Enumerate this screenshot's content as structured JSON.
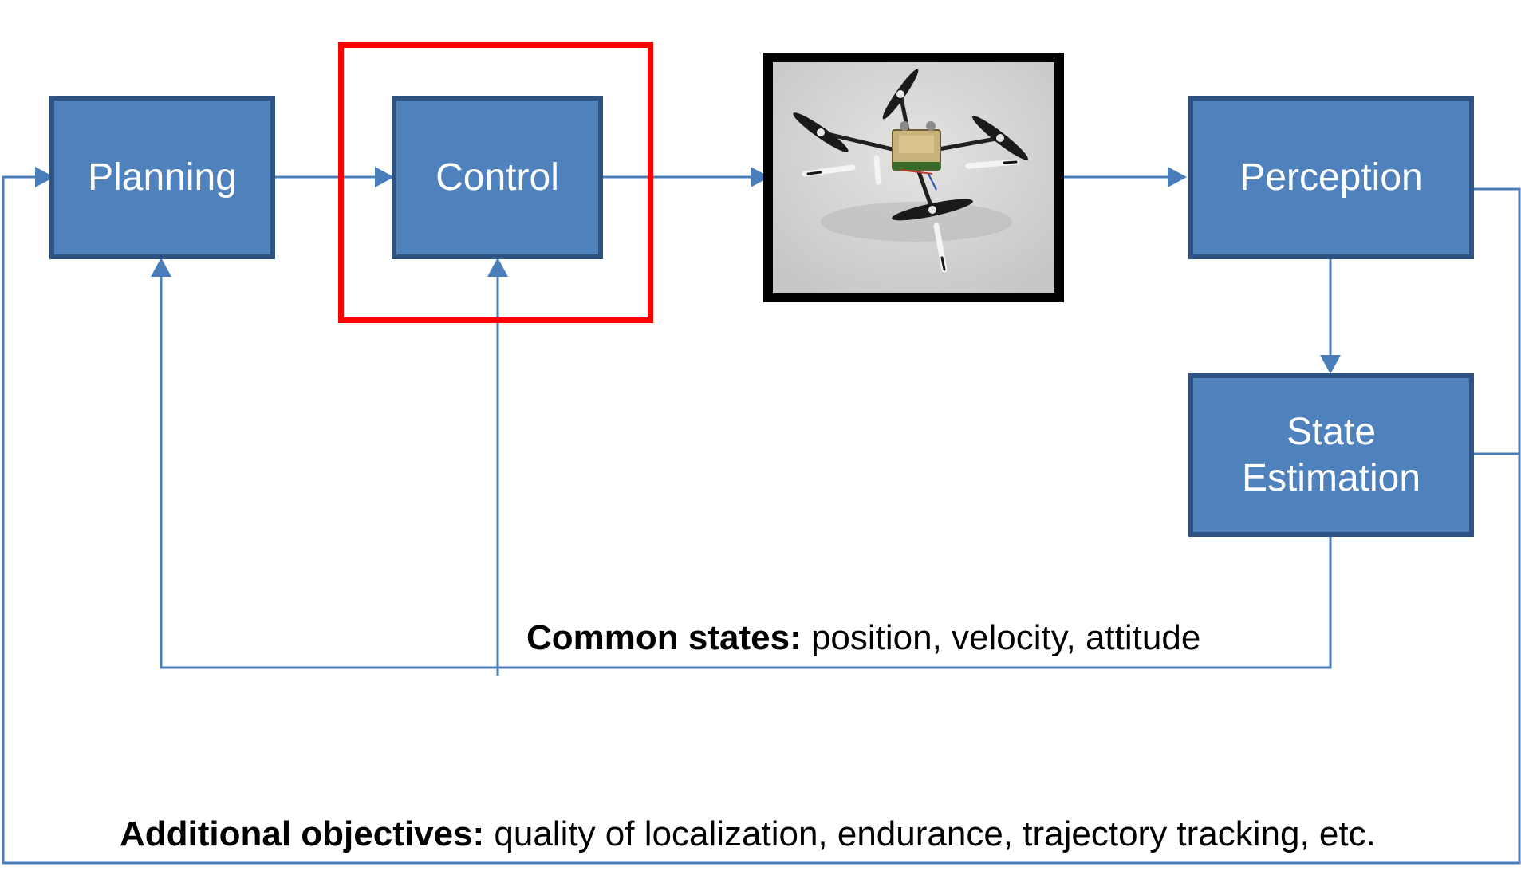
{
  "blocks": {
    "planning": "Planning",
    "control": "Control",
    "perception": "Perception",
    "state_estimation": "State\nEstimation"
  },
  "captions": {
    "common_states_label": "Common states:",
    "common_states_text": " position, velocity, attitude",
    "additional_objectives_label": "Additional objectives:",
    "additional_objectives_text": " quality of localization, endurance, trajectory tracking, etc."
  },
  "colors": {
    "block_fill": "#4f81bd",
    "block_border": "#2e5383",
    "arrow": "#4a7ebb",
    "highlight": "#ff0000"
  },
  "photo": {
    "subject": "quadrotor-drone"
  }
}
